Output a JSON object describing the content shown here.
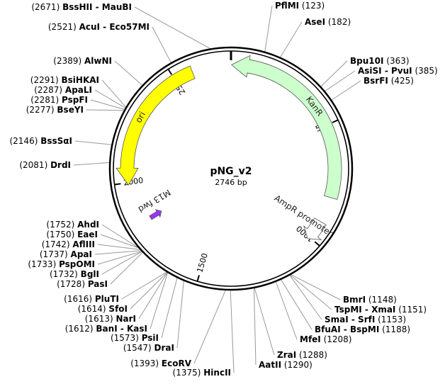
{
  "plasmid": {
    "name": "pNG_v2",
    "size_label": "2746 bp",
    "length": 2746
  },
  "colors": {
    "backbone": "#000000",
    "ori": "#ffff00",
    "kanr": "#ccffcc",
    "ampr_promoter": "#ffffff",
    "m13_fwd": "#9933ff",
    "leader": "#999999"
  },
  "ticks": [
    {
      "pos": 500,
      "label": "500"
    },
    {
      "pos": 1000,
      "label": "1000"
    },
    {
      "pos": 1500,
      "label": "1500"
    },
    {
      "pos": 2000,
      "label": "2000"
    },
    {
      "pos": 2500,
      "label": "2500"
    }
  ],
  "features": [
    {
      "id": "kanr",
      "label": "KanR",
      "start": 2,
      "end": 810,
      "direction": "reverse",
      "ring": 0,
      "color_key": "kanr"
    },
    {
      "id": "ampr",
      "label": "AmpR promoter",
      "start": 920,
      "end": 1010,
      "direction": "forward",
      "ring": 0,
      "color_key": "ampr_promoter"
    },
    {
      "id": "ori",
      "label": "ori",
      "start": 1990,
      "end": 2580,
      "direction": "reverse",
      "ring": 0,
      "color_key": "ori"
    },
    {
      "id": "m13",
      "label": "M13 fwd",
      "start": 1820,
      "end": 1837,
      "direction": "reverse",
      "ring": 2,
      "color_key": "m13_fwd"
    }
  ],
  "sites": [
    {
      "name": "BssHII - MauBI",
      "num": "(2671)",
      "pos": 2671
    },
    {
      "name": "AcuI - Eco57MI",
      "num": "(2521)",
      "pos": 2521
    },
    {
      "name": "AlwNI",
      "num": "(2389)",
      "pos": 2389
    },
    {
      "name": "BsiHKAI",
      "num": "(2291)",
      "pos": 2291
    },
    {
      "name": "ApaLI",
      "num": "(2287)",
      "pos": 2287
    },
    {
      "name": "PspFI",
      "num": "(2281)",
      "pos": 2281
    },
    {
      "name": "BseYI",
      "num": "(2277)",
      "pos": 2277
    },
    {
      "name": "BssSαI",
      "num": "(2146)",
      "pos": 2146
    },
    {
      "name": "DrdI",
      "num": "(2081)",
      "pos": 2081
    },
    {
      "name": "AhdI",
      "num": "(1752)",
      "pos": 1752
    },
    {
      "name": "EaeI",
      "num": "(1750)",
      "pos": 1750
    },
    {
      "name": "AflIII",
      "num": "(1742)",
      "pos": 1742
    },
    {
      "name": "ApaI",
      "num": "(1737)",
      "pos": 1737
    },
    {
      "name": "PspOMI",
      "num": "(1733)",
      "pos": 1733
    },
    {
      "name": "BglI",
      "num": "(1732)",
      "pos": 1732
    },
    {
      "name": "PasI",
      "num": "(1728)",
      "pos": 1728
    },
    {
      "name": "PluTI",
      "num": "(1616)",
      "pos": 1616
    },
    {
      "name": "SfoI",
      "num": "(1614)",
      "pos": 1614
    },
    {
      "name": "NarI",
      "num": "(1613)",
      "pos": 1613
    },
    {
      "name": "BanI - KasI",
      "num": "(1612)",
      "pos": 1612
    },
    {
      "name": "PsiI",
      "num": "(1573)",
      "pos": 1573
    },
    {
      "name": "DraI",
      "num": "(1547)",
      "pos": 1547
    },
    {
      "name": "EcoRV",
      "num": "(1393)",
      "pos": 1393
    },
    {
      "name": "HincII",
      "num": "(1375)",
      "pos": 1375
    },
    {
      "name": "PflMI",
      "num": "(123)",
      "pos": 123
    },
    {
      "name": "AseI",
      "num": "(182)",
      "pos": 182
    },
    {
      "name": "Bpu10I",
      "num": "(363)",
      "pos": 363
    },
    {
      "name": "AsiSI - PvuI",
      "num": "(385)",
      "pos": 385
    },
    {
      "name": "BsrFI",
      "num": "(425)",
      "pos": 425
    },
    {
      "name": "BmrI",
      "num": "(1148)",
      "pos": 1148
    },
    {
      "name": "TspMI - XmaI",
      "num": "(1151)",
      "pos": 1151
    },
    {
      "name": "SmaI - SrfI",
      "num": "(1153)",
      "pos": 1153
    },
    {
      "name": "BfuAI - BspMI",
      "num": "(1188)",
      "pos": 1188
    },
    {
      "name": "MfeI",
      "num": "(1208)",
      "pos": 1208
    },
    {
      "name": "ZraI",
      "num": "(1288)",
      "pos": 1288
    },
    {
      "name": "AatII",
      "num": "(1290)",
      "pos": 1290
    }
  ]
}
